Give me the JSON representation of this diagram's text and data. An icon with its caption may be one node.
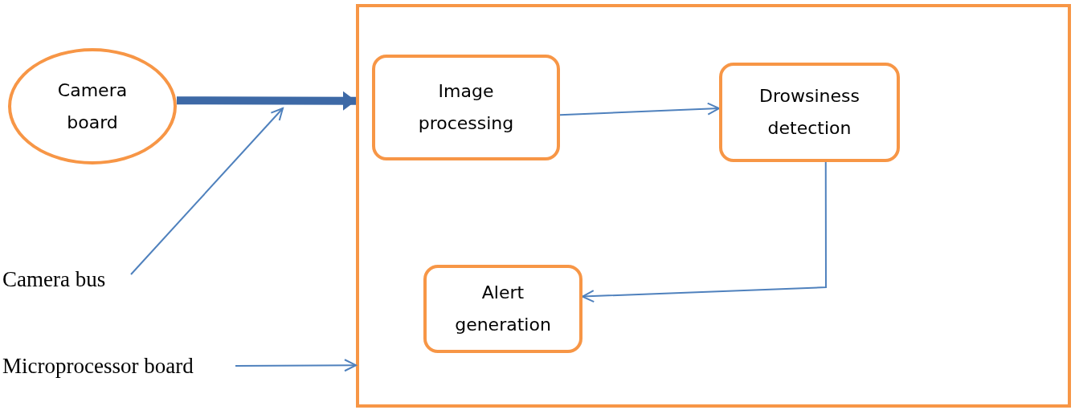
{
  "diagram": {
    "nodes": [
      {
        "text": [
          "Camera board"
        ]
      },
      {
        "text": [],
        "shape": "box"
      },
      {
        "text": [
          "Image processing"
        ],
        "in": 1
      },
      {
        "text": [
          "Drowsiness detection"
        ],
        "in": 1
      },
      {
        "text": [
          "Alert generation"
        ],
        "in": 1
      },
      {
        "text": [
          "Camera bus"
        ]
      },
      {
        "text": [
          "Microprocessor board"
        ]
      }
    ],
    "edges": [
      {
        "from": 0,
        "to": 1,
        "arrow": "to",
        "style": "thick"
      },
      {
        "from": 5,
        "to": null,
        "arrow": "to"
      },
      {
        "from": 2,
        "to": 3,
        "arrow": "to"
      },
      {
        "from": 3,
        "to": 4,
        "arrow": "to"
      },
      {
        "from": 6,
        "to": 1,
        "arrow": "to"
      }
    ]
  }
}
